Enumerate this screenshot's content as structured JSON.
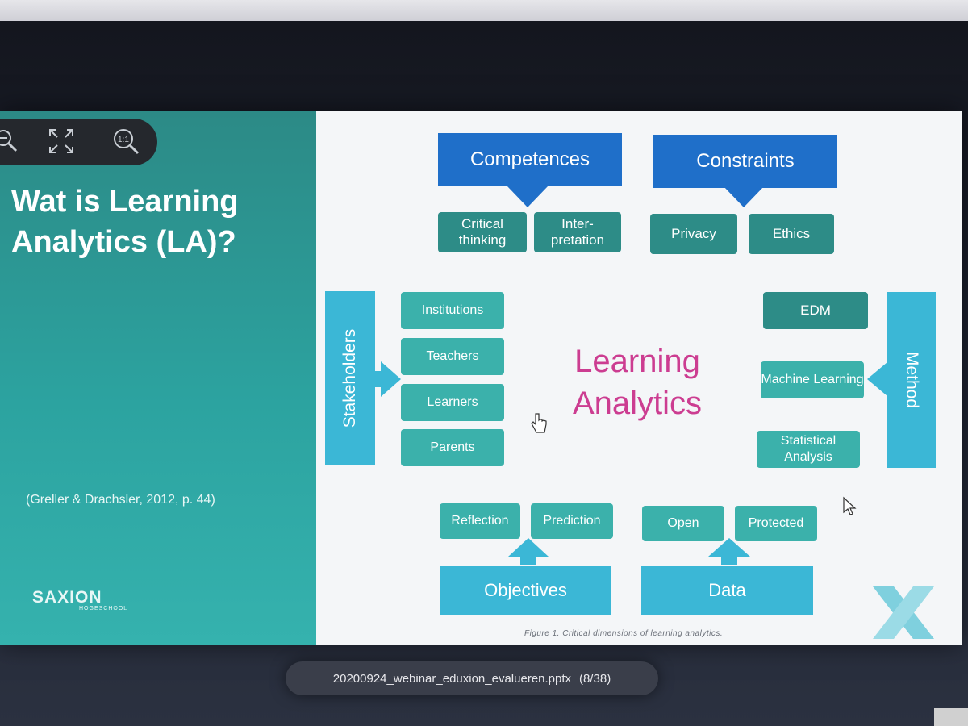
{
  "toolbar": {
    "icons": [
      "zoom-out-icon",
      "fullscreen-icon",
      "actual-size-icon"
    ],
    "actual_size_label": "1:1"
  },
  "slide": {
    "title": "Wat is Learning Analytics (LA)?",
    "citation": "(Greller & Drachsler, 2012, p. 44)",
    "logo_text": "SAXION",
    "logo_subtext": "HOGESCHOOL",
    "center_title_line1": "Learning",
    "center_title_line2": "Analytics",
    "figure_caption": "Figure 1. Critical dimensions of learning analytics.",
    "dimensions": {
      "competences": {
        "label": "Competences",
        "items": [
          "Critical thinking",
          "Inter- pretation"
        ]
      },
      "constraints": {
        "label": "Constraints",
        "items": [
          "Privacy",
          "Ethics"
        ]
      },
      "stakeholders": {
        "label": "Stakeholders",
        "items": [
          "Institutions",
          "Teachers",
          "Learners",
          "Parents"
        ]
      },
      "method": {
        "label": "Method",
        "items": [
          "EDM",
          "Machine Learning",
          "Statistical Analysis"
        ]
      },
      "objectives": {
        "label": "Objectives",
        "items": [
          "Reflection",
          "Prediction"
        ]
      },
      "data": {
        "label": "Data",
        "items": [
          "Open",
          "Protected"
        ]
      }
    }
  },
  "file_bar": {
    "filename": "20200924_webinar_eduxion_evalueren.pptx",
    "page_indicator": "(8/38)"
  },
  "colors": {
    "left_panel": "#2ca3a0",
    "dark_blue": "#1f6fc9",
    "light_blue": "#3bb7d6",
    "teal_dark": "#2d8c87",
    "teal_light": "#3bb1ab",
    "magenta": "#cc3d91"
  }
}
